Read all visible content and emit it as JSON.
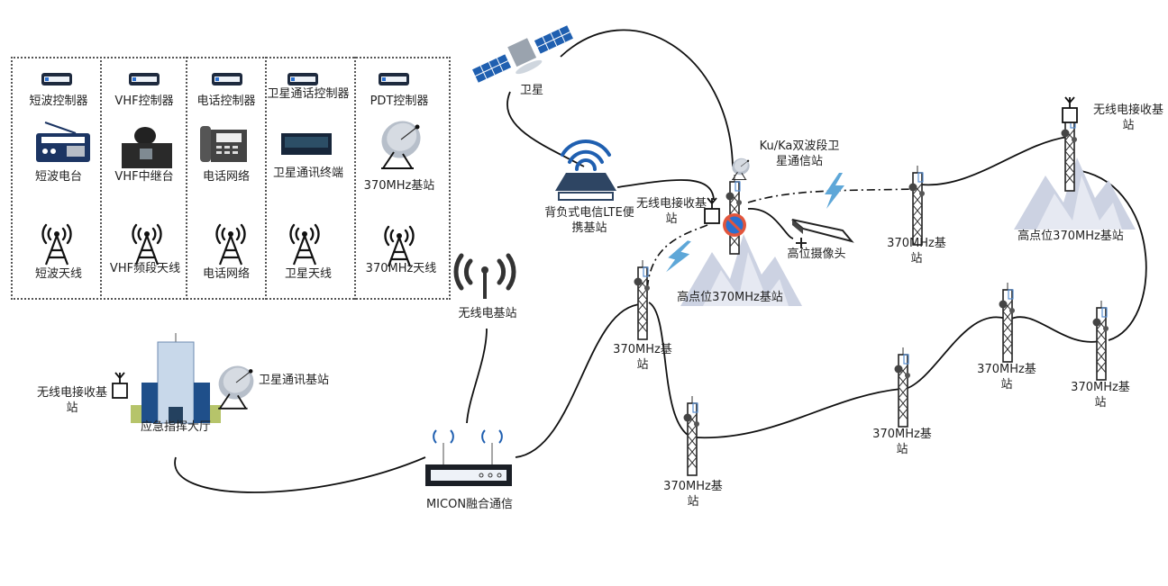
{
  "diagram": {
    "type": "network-topology",
    "colors": {
      "line": "#111111",
      "accent_blue": "#1f5fb0",
      "lightning": "#5ea7d8",
      "mountain": "#c9cfe0",
      "navy": "#1c3563",
      "no_sign_red": "#e2553c",
      "no_sign_blue": "#2b6fcf"
    },
    "panel": {
      "columns": [
        {
          "controller": "短波控制器",
          "device": "短波电台",
          "antenna": "短波天线"
        },
        {
          "controller": "VHF控制器",
          "device": "VHF中继台",
          "antenna": "VHF频段天线"
        },
        {
          "controller": "电话控制器",
          "device": "电话网络",
          "antenna": "电话网络"
        },
        {
          "controller": "卫星通话控制器",
          "device": "卫星通讯终端",
          "antenna": "卫星天线"
        },
        {
          "controller": "PDT控制器",
          "device": "370MHz基站",
          "antenna": "370MHz天线"
        }
      ]
    },
    "nodes": {
      "satellite": "卫星",
      "lte": "背负式电信LTE便携基站",
      "radio_rx_mid": "无线电接收基站",
      "ku_ka": "Ku/Ka双波段卫星通信站",
      "camera": "高位摄像头",
      "high_station_mid": "高点位370MHz基站",
      "high_station_right": "高点位370MHz基站",
      "radio_rx_right": "无线电接收基站",
      "radio_base": "无线电基站",
      "radio_rx_left": "无线电接收基站",
      "sat_comm_base": "卫星通讯基站",
      "command_hall": "应急指挥大厅",
      "micon": "MICON融合通信",
      "tower_label": "370MHz基站"
    },
    "towers": [
      "370MHz基站",
      "370MHz基站",
      "370MHz基站",
      "370MHz基站",
      "370MHz基站",
      "370MHz基站"
    ]
  }
}
